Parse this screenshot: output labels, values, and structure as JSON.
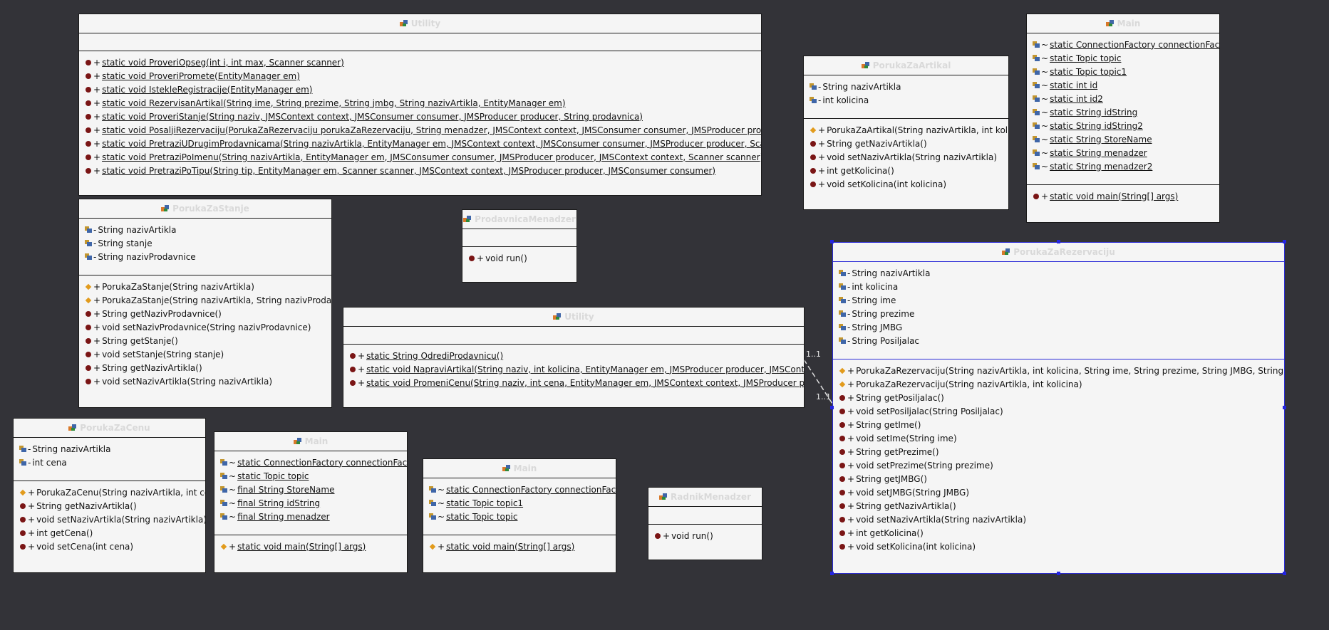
{
  "classes": [
    {
      "id": "utility-1",
      "name": "Utility",
      "fields": [],
      "methods": [
        {
          "vis": "+",
          "sig": "static void ProveriOpseg(int i, int max, Scanner scanner)",
          "static": true,
          "marker": "dot"
        },
        {
          "vis": "+",
          "sig": "static void ProveriPromete(EntityManager em)",
          "static": true,
          "marker": "dot"
        },
        {
          "vis": "+",
          "sig": "static void IstekleRegistracije(EntityManager em)",
          "static": true,
          "marker": "dot"
        },
        {
          "vis": "+",
          "sig": "static void RezervisanArtikal(String ime, String prezime, String jmbg, String nazivArtikla, EntityManager em)",
          "static": true,
          "marker": "dot"
        },
        {
          "vis": "+",
          "sig": "static void ProveriStanje(String naziv, JMSContext context, JMSConsumer consumer, JMSProducer producer, String prodavnica)",
          "static": true,
          "marker": "dot"
        },
        {
          "vis": "+",
          "sig": "static void PosaljiRezervaciju(PorukaZaRezervaciju porukaZaRezervaciju, String menadzer, JMSContext context, JMSConsumer consumer, JMSProducer producer)",
          "static": true,
          "marker": "dot"
        },
        {
          "vis": "+",
          "sig": "static void PretraziUDrugimProdavnicama(String nazivArtikla, EntityManager em, JMSContext context, JMSConsumer consumer, JMSProducer producer, Scanner scanner)",
          "static": true,
          "marker": "dot"
        },
        {
          "vis": "+",
          "sig": "static void PretraziPoImenu(String nazivArtikla, EntityManager em, JMSConsumer consumer, JMSProducer producer, JMSContext context, Scanner scanner)",
          "static": true,
          "marker": "dot"
        },
        {
          "vis": "+",
          "sig": "static void PretraziPoTipu(String tip, EntityManager em, Scanner scanner, JMSContext context, JMSProducer producer, JMSConsumer consumer)",
          "static": true,
          "marker": "dot"
        }
      ]
    },
    {
      "id": "poruka-za-stanje",
      "name": "PorukaZaStanje",
      "fields": [
        {
          "vis": "-",
          "sig": "String nazivArtikla",
          "static": false
        },
        {
          "vis": "-",
          "sig": "String stanje",
          "static": false
        },
        {
          "vis": "-",
          "sig": "String nazivProdavnice",
          "static": false
        }
      ],
      "methods": [
        {
          "vis": "+",
          "sig": "PorukaZaStanje(String nazivArtikla)",
          "static": false,
          "marker": "diamond"
        },
        {
          "vis": "+",
          "sig": "PorukaZaStanje(String nazivArtikla, String nazivProdavnice)",
          "static": false,
          "marker": "diamond"
        },
        {
          "vis": "+",
          "sig": "String getNazivProdavnice()",
          "static": false,
          "marker": "dot"
        },
        {
          "vis": "+",
          "sig": "void setNazivProdavnice(String nazivProdavnice)",
          "static": false,
          "marker": "dot"
        },
        {
          "vis": "+",
          "sig": "String getStanje()",
          "static": false,
          "marker": "dot"
        },
        {
          "vis": "+",
          "sig": "void setStanje(String stanje)",
          "static": false,
          "marker": "dot"
        },
        {
          "vis": "+",
          "sig": "String getNazivArtikla()",
          "static": false,
          "marker": "dot"
        },
        {
          "vis": "+",
          "sig": "void setNazivArtikla(String nazivArtikla)",
          "static": false,
          "marker": "dot"
        }
      ]
    },
    {
      "id": "prodavnica-menadzer",
      "name": "ProdavnicaMenadzer",
      "fields": [],
      "methods": [
        {
          "vis": "+",
          "sig": "void run()",
          "static": false,
          "marker": "dot"
        }
      ]
    },
    {
      "id": "utility-2",
      "name": "Utility",
      "fields": [],
      "methods": [
        {
          "vis": "+",
          "sig": "static String OdrediProdavnicu()",
          "static": true,
          "marker": "dot"
        },
        {
          "vis": "+",
          "sig": "static void NapraviArtikal(String naziv, int kolicina, EntityManager em, JMSProducer producer, JMSContext context)",
          "static": true,
          "marker": "dot"
        },
        {
          "vis": "+",
          "sig": "static void PromeniCenu(String naziv, int cena, EntityManager em, JMSContext context, JMSProducer producer)",
          "static": true,
          "marker": "dot"
        }
      ]
    },
    {
      "id": "poruka-za-artikal",
      "name": "PorukaZaArtikal",
      "fields": [
        {
          "vis": "-",
          "sig": "String nazivArtikla",
          "static": false
        },
        {
          "vis": "-",
          "sig": "int kolicina",
          "static": false
        }
      ],
      "methods": [
        {
          "vis": "+",
          "sig": "PorukaZaArtikal(String nazivArtikla, int kolicina)",
          "static": false,
          "marker": "diamond"
        },
        {
          "vis": "+",
          "sig": "String getNazivArtikla()",
          "static": false,
          "marker": "dot"
        },
        {
          "vis": "+",
          "sig": "void setNazivArtikla(String nazivArtikla)",
          "static": false,
          "marker": "dot"
        },
        {
          "vis": "+",
          "sig": "int getKolicina()",
          "static": false,
          "marker": "dot"
        },
        {
          "vis": "+",
          "sig": "void setKolicina(int kolicina)",
          "static": false,
          "marker": "dot"
        }
      ]
    },
    {
      "id": "main-1",
      "name": "Main",
      "fields": [
        {
          "vis": "~",
          "sig": "static ConnectionFactory connectionFactory",
          "static": true
        },
        {
          "vis": "~",
          "sig": "static Topic topic",
          "static": true
        },
        {
          "vis": "~",
          "sig": "static Topic topic1",
          "static": true
        },
        {
          "vis": "~",
          "sig": "static int id",
          "static": true
        },
        {
          "vis": "~",
          "sig": "static int id2",
          "static": true
        },
        {
          "vis": "~",
          "sig": "static String idString",
          "static": true
        },
        {
          "vis": "~",
          "sig": "static String idString2",
          "static": true
        },
        {
          "vis": "~",
          "sig": "static String StoreName",
          "static": true
        },
        {
          "vis": "~",
          "sig": "static String menadzer",
          "static": true
        },
        {
          "vis": "~",
          "sig": "static String menadzer2",
          "static": true
        }
      ],
      "methods": [
        {
          "vis": "+",
          "sig": "static void main(String[] args)",
          "static": true,
          "marker": "dot"
        }
      ]
    },
    {
      "id": "poruka-za-rezervaciju",
      "name": "PorukaZaRezervaciju",
      "fields": [
        {
          "vis": "-",
          "sig": "String nazivArtikla",
          "static": false
        },
        {
          "vis": "-",
          "sig": "int kolicina",
          "static": false
        },
        {
          "vis": "-",
          "sig": "String ime",
          "static": false
        },
        {
          "vis": "-",
          "sig": "String prezime",
          "static": false
        },
        {
          "vis": "-",
          "sig": "String JMBG",
          "static": false
        },
        {
          "vis": "-",
          "sig": "String Posiljalac",
          "static": false
        }
      ],
      "methods": [
        {
          "vis": "+",
          "sig": "PorukaZaRezervaciju(String nazivArtikla, int kolicina, String ime, String prezime, String JMBG, String posiljalac)",
          "static": false,
          "marker": "diamond"
        },
        {
          "vis": "+",
          "sig": "PorukaZaRezervaciju(String nazivArtikla, int kolicina)",
          "static": false,
          "marker": "diamond"
        },
        {
          "vis": "+",
          "sig": "String getPosiljalac()",
          "static": false,
          "marker": "dot"
        },
        {
          "vis": "+",
          "sig": "void setPosiljalac(String Posiljalac)",
          "static": false,
          "marker": "dot"
        },
        {
          "vis": "+",
          "sig": "String getIme()",
          "static": false,
          "marker": "dot"
        },
        {
          "vis": "+",
          "sig": "void setIme(String ime)",
          "static": false,
          "marker": "dot"
        },
        {
          "vis": "+",
          "sig": "String getPrezime()",
          "static": false,
          "marker": "dot"
        },
        {
          "vis": "+",
          "sig": "void setPrezime(String prezime)",
          "static": false,
          "marker": "dot"
        },
        {
          "vis": "+",
          "sig": "String getJMBG()",
          "static": false,
          "marker": "dot"
        },
        {
          "vis": "+",
          "sig": "void setJMBG(String JMBG)",
          "static": false,
          "marker": "dot"
        },
        {
          "vis": "+",
          "sig": "String getNazivArtikla()",
          "static": false,
          "marker": "dot"
        },
        {
          "vis": "+",
          "sig": "void setNazivArtikla(String nazivArtikla)",
          "static": false,
          "marker": "dot"
        },
        {
          "vis": "+",
          "sig": "int getKolicina()",
          "static": false,
          "marker": "dot"
        },
        {
          "vis": "+",
          "sig": "void setKolicina(int kolicina)",
          "static": false,
          "marker": "dot"
        }
      ]
    },
    {
      "id": "poruka-za-cenu",
      "name": "PorukaZaCenu",
      "fields": [
        {
          "vis": "-",
          "sig": "String nazivArtikla",
          "static": false
        },
        {
          "vis": "-",
          "sig": "int cena",
          "static": false
        }
      ],
      "methods": [
        {
          "vis": "+",
          "sig": "PorukaZaCenu(String nazivArtikla, int cena)",
          "static": false,
          "marker": "diamond"
        },
        {
          "vis": "+",
          "sig": "String getNazivArtikla()",
          "static": false,
          "marker": "dot"
        },
        {
          "vis": "+",
          "sig": "void setNazivArtikla(String nazivArtikla)",
          "static": false,
          "marker": "dot"
        },
        {
          "vis": "+",
          "sig": "int getCena()",
          "static": false,
          "marker": "dot"
        },
        {
          "vis": "+",
          "sig": "void setCena(int cena)",
          "static": false,
          "marker": "dot"
        }
      ]
    },
    {
      "id": "main-2",
      "name": "Main",
      "fields": [
        {
          "vis": "~",
          "sig": "static ConnectionFactory connectionFactory",
          "static": true
        },
        {
          "vis": "~",
          "sig": "static Topic topic",
          "static": true
        },
        {
          "vis": "~",
          "sig": "final String StoreName",
          "static": true
        },
        {
          "vis": "~",
          "sig": "final String idString",
          "static": true
        },
        {
          "vis": "~",
          "sig": "final String menadzer",
          "static": true
        }
      ],
      "methods": [
        {
          "vis": "+",
          "sig": "static void main(String[] args)",
          "static": true,
          "marker": "diamond"
        }
      ]
    },
    {
      "id": "main-3",
      "name": "Main",
      "fields": [
        {
          "vis": "~",
          "sig": "static ConnectionFactory connectionFactory",
          "static": true
        },
        {
          "vis": "~",
          "sig": "static Topic topic1",
          "static": true
        },
        {
          "vis": "~",
          "sig": "static Topic topic",
          "static": true
        }
      ],
      "methods": [
        {
          "vis": "+",
          "sig": "static void main(String[] args)",
          "static": true,
          "marker": "diamond"
        }
      ]
    },
    {
      "id": "radnik-menadzer",
      "name": "RadnikMenadzer",
      "fields": [],
      "methods": [
        {
          "vis": "+",
          "sig": "void run()",
          "static": false,
          "marker": "dot"
        }
      ]
    }
  ],
  "association": {
    "from": "utility-2",
    "to": "poruka-za-rezervaciju",
    "from_mult": "1..1",
    "to_mult": "1..1"
  },
  "colors": {
    "background": "#333338",
    "box": "#f5f5f5",
    "header_text": "#d9d9d9",
    "selection": "#2b2bd6"
  }
}
